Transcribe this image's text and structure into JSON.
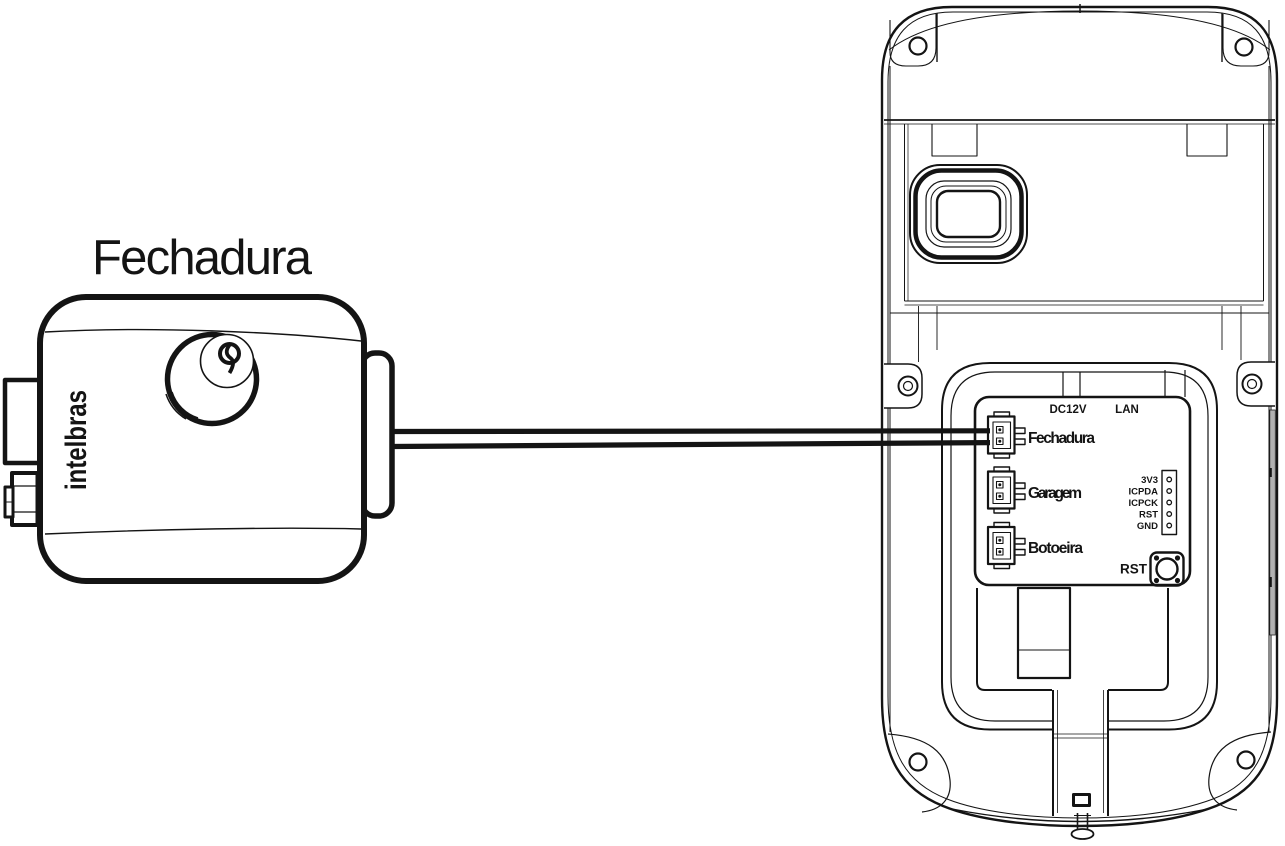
{
  "lock": {
    "label": "Fechadura",
    "brand": "intelbras"
  },
  "device_panel": {
    "top_labels": {
      "power": "DC12V",
      "network": "LAN"
    },
    "connectors": [
      {
        "label": "Fechadura"
      },
      {
        "label": "Garagem"
      },
      {
        "label": "Botoeira"
      }
    ],
    "pin_header": {
      "pins": [
        "3V3",
        "ICPDA",
        "ICPCK",
        "RST",
        "GND"
      ]
    },
    "reset_button": {
      "label": "RST"
    }
  },
  "colors": {
    "line": "#141414",
    "background": "#ffffff",
    "side_shade": "#b2b2b2"
  }
}
